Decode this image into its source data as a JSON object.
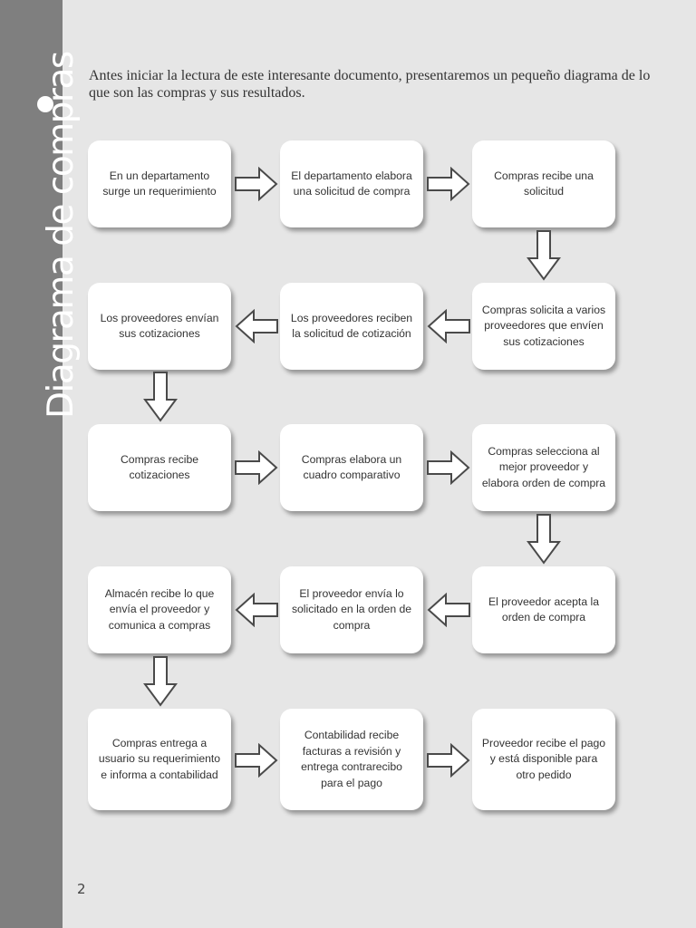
{
  "sidebar": {
    "title": "Diagrama de compras"
  },
  "intro": {
    "text": "Antes iniciar la lectura de este interesante documento, presentaremos un pequeño diagrama de lo que son las compras y sus resultados."
  },
  "flow": {
    "steps": [
      "En un departamento surge un requerimiento",
      "El departamento elabora una solicitud de compra",
      "Compras recibe una solicitud",
      "Compras solicita a varios proveedores que envíen sus cotizaciones",
      "Los proveedores reciben la solicitud de cotización",
      "Los proveedores envían sus cotizaciones",
      "Compras recibe cotizaciones",
      "Compras elabora un cuadro comparativo",
      "Compras selecciona al mejor proveedor y elabora orden de compra",
      "El proveedor acepta la orden de compra",
      "El proveedor envía lo solicitado en la orden de compra",
      "Almacén recibe lo que envía el proveedor y comunica a compras",
      "Compras entrega a usuario su requerimiento e informa a contabilidad",
      "Contabilidad recibe facturas a revisión y entrega contrarecibo para el pago",
      "Proveedor recibe el pago y está disponible para otro pedido"
    ]
  },
  "footer": {
    "page_number": "2"
  }
}
